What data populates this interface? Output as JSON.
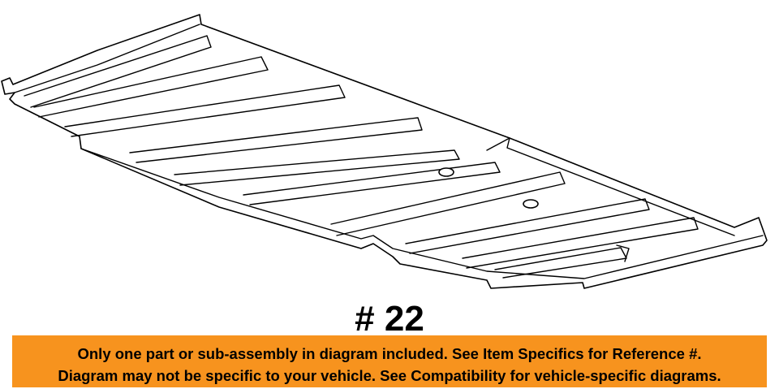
{
  "diagram": {
    "part_callout": "# 22"
  },
  "notice": {
    "line1": "Only one part or sub-assembly in diagram included. See Item Specifics for Reference #.",
    "line2": "Diagram may not be specific to your vehicle. See Compatibility for vehicle-specific diagrams."
  },
  "colors": {
    "banner_background": "#f7931e",
    "text": "#000000",
    "line_art": "#000000"
  }
}
